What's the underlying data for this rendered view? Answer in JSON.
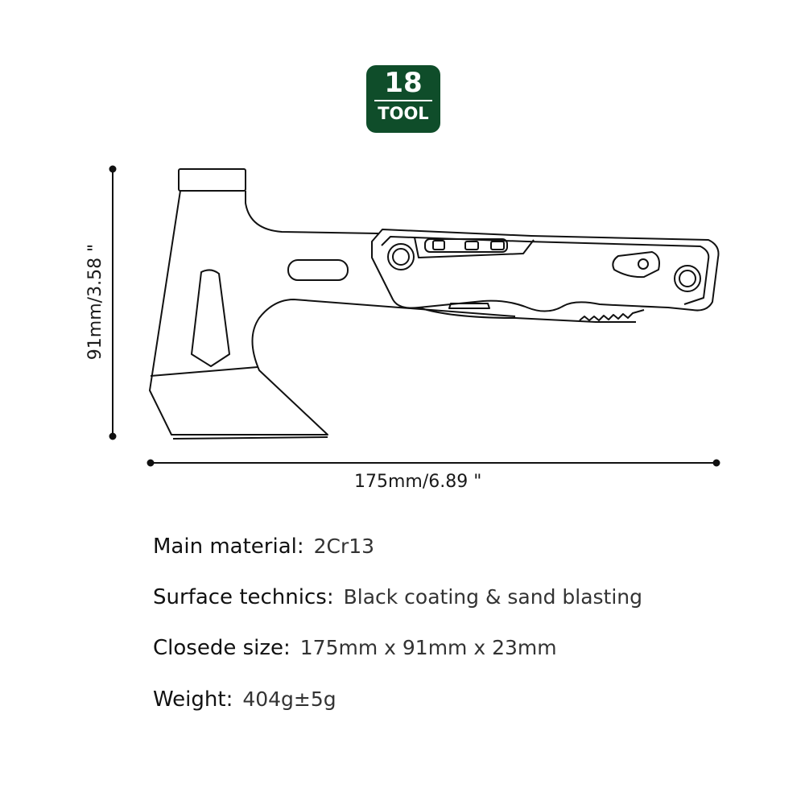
{
  "badge": {
    "number": "18",
    "label": "TOOL",
    "color": "#0f4d2a"
  },
  "dimensions": {
    "width": "175mm/6.89 \"",
    "height": "91mm/3.58 \""
  },
  "specs": [
    {
      "label": "Main material:",
      "value": "2Cr13"
    },
    {
      "label": "Surface technics:",
      "value": "Black coating & sand blasting"
    },
    {
      "label": "Closede size:",
      "value": "175mm x 91mm x 23mm"
    },
    {
      "label": "Weight:",
      "value": "404g±5g"
    }
  ]
}
